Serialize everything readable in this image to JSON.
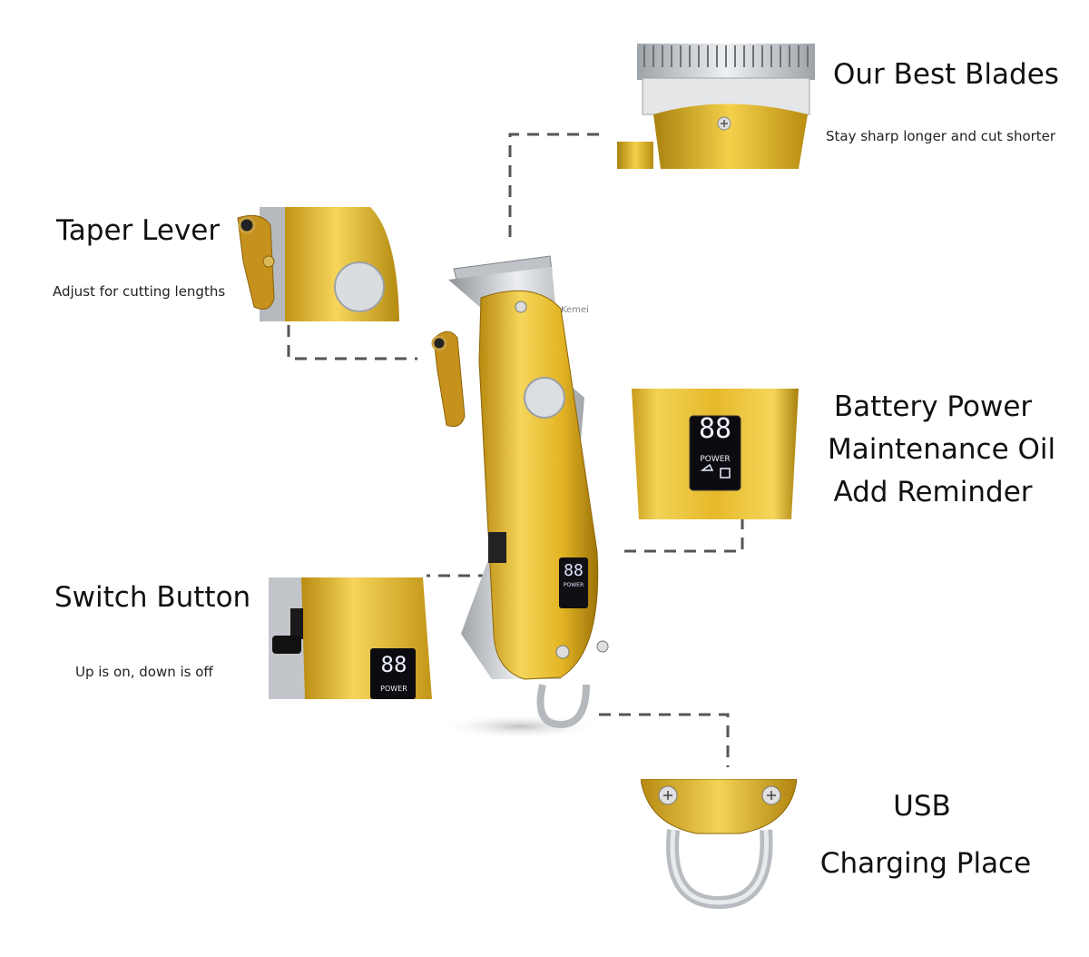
{
  "features": {
    "blades": {
      "title": "Our Best Blades",
      "subtitle": "Stay sharp longer and cut shorter"
    },
    "taper": {
      "title": "Taper Lever",
      "subtitle": "Adjust for cutting lengths"
    },
    "battery": {
      "line1": "Battery Power",
      "line2": "Maintenance Oil",
      "line3": "Add Reminder"
    },
    "switch": {
      "title": "Switch Button",
      "subtitle": "Up is on, down is off"
    },
    "usb": {
      "line1": "USB",
      "line2": "Charging Place"
    }
  },
  "device": {
    "brand": "Kemei",
    "display_digits": "88",
    "display_label": "POWER"
  },
  "colors": {
    "gold": "#e0b21f",
    "gold_dark": "#a77d0a",
    "silver": "#c9ccd0",
    "dash": "#555555"
  }
}
